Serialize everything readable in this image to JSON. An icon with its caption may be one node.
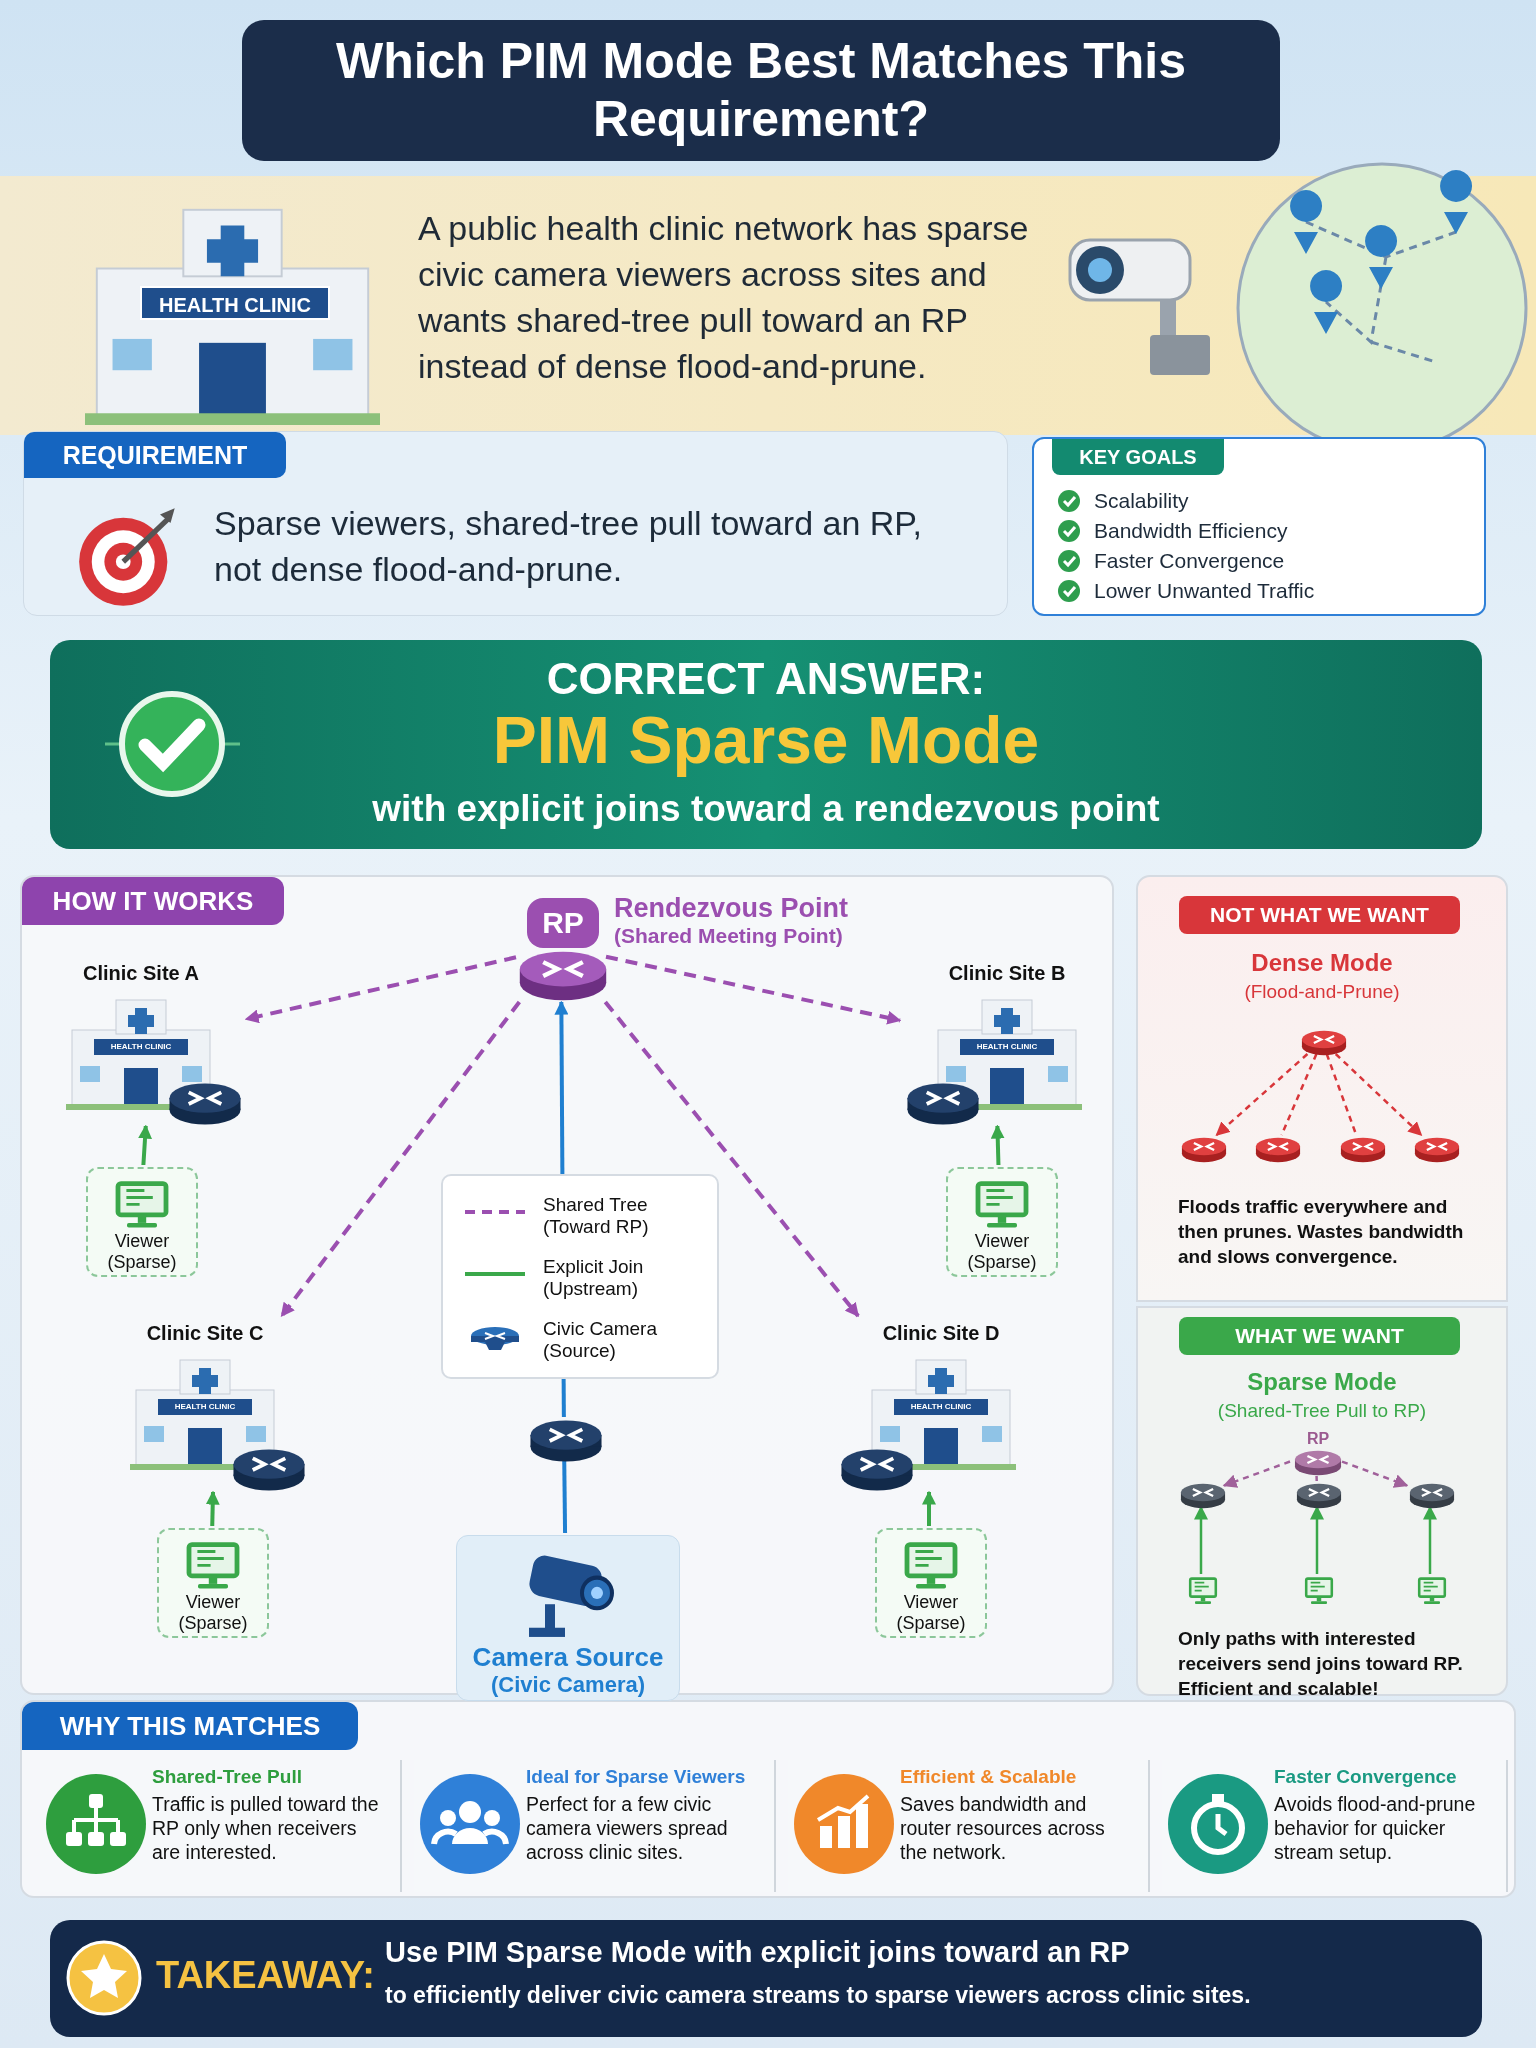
{
  "diagram": {
    "title": "Which PIM Mode Best Matches This Requirement?",
    "nodes": [
      {
        "text": [
          "REQUIREMENT",
          "Sparse viewers, shared-tree pull toward an RP, not dense flood-and-prune."
        ]
      },
      {
        "text": [
          "KEY GOALS",
          "Scalability",
          "Bandwidth Efficiency",
          "Faster Convergence",
          "Lower Unwanted Traffic"
        ]
      },
      {
        "text": [
          "CORRECT ANSWER:",
          "PIM Sparse Mode",
          "with explicit joins toward a rendezvous point"
        ]
      },
      {
        "text": [
          "HOW IT WORKS"
        ]
      },
      {
        "text": [
          "RP"
        ],
        "beside": [
          "Rendezvous Point",
          "(Shared Meeting Point)"
        ],
        "in": 3
      },
      {
        "text": [
          "Clinic Site A",
          "HEALTH CLINIC"
        ],
        "in": 3
      },
      {
        "text": [
          "Viewer (Sparse)"
        ],
        "in": 3
      },
      {
        "text": [
          "Clinic Site B",
          "HEALTH CLINIC"
        ],
        "in": 3
      },
      {
        "text": [
          "Viewer (Sparse)"
        ],
        "in": 3
      },
      {
        "text": [
          "Clinic Site C",
          "HEALTH CLINIC"
        ],
        "in": 3
      },
      {
        "text": [
          "Viewer (Sparse)"
        ],
        "in": 3
      },
      {
        "text": [
          "Clinic Site D",
          "HEALTH CLINIC"
        ],
        "in": 3
      },
      {
        "text": [
          "Viewer (Sparse)"
        ],
        "in": 3
      },
      {
        "text": [],
        "shape": "cylinder",
        "in": 3
      },
      {
        "text": [
          "Camera Source",
          "(Civic Camera)"
        ],
        "in": 3
      },
      {
        "text": [
          "NOT WHAT WE WANT",
          "Dense Mode",
          "(Flood-and-Prune)",
          "Floods traffic everywhere and then prunes. Wastes bandwidth and slows convergence."
        ]
      },
      {
        "text": [],
        "shape": "cylinder",
        "in": 15
      },
      {
        "text": [],
        "shape": "cylinder",
        "in": 15
      },
      {
        "text": [],
        "shape": "cylinder",
        "in": 15
      },
      {
        "text": [],
        "shape": "cylinder",
        "in": 15
      },
      {
        "text": [],
        "shape": "cylinder",
        "in": 15
      },
      {
        "text": [
          "WHAT WE WANT",
          "Sparse Mode",
          "(Shared-Tree Pull to RP)",
          "Only paths with interested receivers send joins toward RP. Efficient and scalable!"
        ]
      },
      {
        "text": [
          "RP"
        ],
        "in": 21
      },
      {
        "text": [],
        "shape": "cylinder",
        "in": 21
      },
      {
        "text": [],
        "shape": "cylinder",
        "in": 21
      },
      {
        "text": [],
        "shape": "cylinder",
        "in": 21
      },
      {
        "text": [],
        "shape": "picture",
        "in": 21
      },
      {
        "text": [],
        "shape": "picture",
        "in": 21
      },
      {
        "text": [],
        "shape": "picture",
        "in": 21
      },
      {
        "text": [
          "WHY THIS MATCHES"
        ]
      },
      {
        "text": [
          "Shared-Tree Pull",
          "Traffic is pulled toward the RP only when receivers are interested."
        ],
        "in": 29
      },
      {
        "text": [
          "Ideal for Sparse Viewers",
          "Perfect for a few civic camera viewers spread across clinic sites."
        ],
        "in": 29
      },
      {
        "text": [
          "Efficient & Scalable",
          "Saves bandwidth and router resources across the network."
        ],
        "in": 29
      },
      {
        "text": [
          "Faster Convergence",
          "Avoids flood-and-prune behavior for quicker stream setup."
        ],
        "in": 29
      },
      {
        "text": [
          "TAKEAWAY:",
          "Use PIM Sparse Mode with explicit joins toward an RP",
          "to efficiently deliver civic camera streams to sparse viewers across clinic sites."
        ]
      }
    ],
    "edges": [
      {
        "from": 4,
        "to": 5,
        "arrow": "to",
        "style": "dashed",
        "color": "#9b4fb0"
      },
      {
        "from": 4,
        "to": 7,
        "arrow": "to",
        "style": "dashed",
        "color": "#9b4fb0"
      },
      {
        "from": 4,
        "to": 9,
        "arrow": "to",
        "style": "dashed",
        "color": "#9b4fb0"
      },
      {
        "from": 4,
        "to": 11,
        "arrow": "to",
        "style": "dashed",
        "color": "#9b4fb0"
      },
      {
        "from": 6,
        "to": 5,
        "arrow": "to",
        "color": "#3aa84a"
      },
      {
        "from": 8,
        "to": 7,
        "arrow": "to",
        "color": "#3aa84a"
      },
      {
        "from": 10,
        "to": 9,
        "arrow": "to",
        "color": "#3aa84a"
      },
      {
        "from": 12,
        "to": 11,
        "arrow": "to",
        "color": "#3aa84a"
      },
      {
        "from": 14,
        "to": 13,
        "arrow": "none",
        "color": "#1f7fd0"
      },
      {
        "from": 13,
        "to": 4,
        "arrow": "to",
        "color": "#1f7fd0"
      },
      {
        "from": 16,
        "to": 17,
        "arrow": "to",
        "style": "dashed",
        "color": "#d8363a"
      },
      {
        "from": 16,
        "to": 18,
        "arrow": "none",
        "style": "dashed",
        "color": "#d8363a"
      },
      {
        "from": 16,
        "to": 19,
        "arrow": "none",
        "style": "dashed",
        "color": "#d8363a"
      },
      {
        "from": 16,
        "to": 20,
        "arrow": "to",
        "style": "dashed",
        "color": "#d8363a"
      },
      {
        "from": 22,
        "to": 23,
        "arrow": "to",
        "style": "dashed",
        "color": "#a0609a"
      },
      {
        "from": 22,
        "to": 24,
        "arrow": "none",
        "style": "dashed",
        "color": "#a0609a"
      },
      {
        "from": 22,
        "to": 25,
        "arrow": "to",
        "style": "dashed",
        "color": "#a0609a"
      },
      {
        "from": 26,
        "to": 23,
        "arrow": "to",
        "color": "#3aa84a"
      },
      {
        "from": 27,
        "to": 24,
        "arrow": "to",
        "color": "#3aa84a"
      },
      {
        "from": 28,
        "to": 25,
        "arrow": "to",
        "color": "#3aa84a"
      }
    ],
    "labels": [
      "HEALTH CLINIC",
      "A public health clinic network has sparse civic camera viewers across sites and wants shared-tree pull toward an RP instead of dense flood-and-prune."
    ],
    "legend": [
      {
        "text": "Shared Tree (Toward RP)"
      },
      {
        "text": "Explicit Join (Upstream)"
      },
      {
        "text": "Civic Camera (Source)"
      }
    ]
  }
}
